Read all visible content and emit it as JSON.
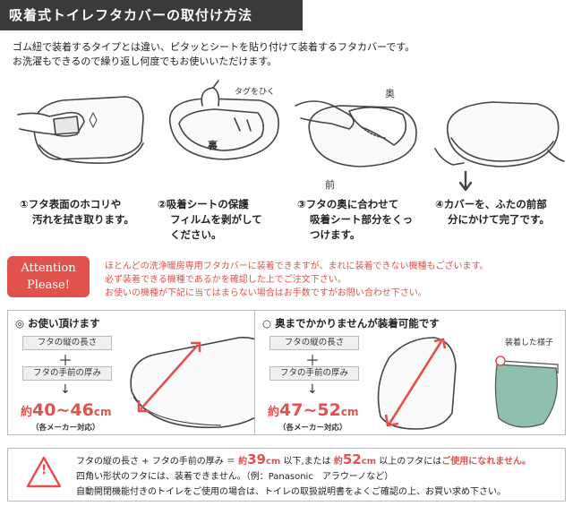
{
  "title": "吸着式トイレフタカバーの取付け方法",
  "intro": {
    "line1": "ゴム紐で装着するタイプとは違い、ピタッとシートを貼り付けて装着するフタカバーです。",
    "line2": "お洗濯もできるので繰り返し何度でもお使いいただけます。"
  },
  "illustration_labels": {
    "tag": "タグをひく",
    "back_side": "裏",
    "back": "奥",
    "front": "前"
  },
  "steps": [
    {
      "num": "①",
      "line1": "フタ表面のホコリや",
      "line2": "汚れを拭き取ります。",
      "line3": ""
    },
    {
      "num": "②",
      "line1": "吸着シートの保護",
      "line2": "フィルムを剥がして",
      "line3": "ください。"
    },
    {
      "num": "③",
      "line1": "フタの奥に合わせて",
      "line2": "吸着シート部分をくっ",
      "line3": "つけます。"
    },
    {
      "num": "④",
      "line1": "カバーを、ふたの前部",
      "line2": "分にかけて完了です。",
      "line3": ""
    }
  ],
  "attention": {
    "label_line1": "Attention",
    "label_line2": "Please!",
    "line1": "ほとんどの洗浄暖房専用フタカバーに装着できますが、まれに装着できない機種もございます。",
    "line2": "必ず装着できる機種であるかを確認した上でご注文下さい。",
    "line3": "お使いの機種が下記に当てはまらない場合はお手数ですがお問い合わせ下さい。"
  },
  "panel_left": {
    "symbol": "◎",
    "heading": "お使い頂けます",
    "label_length": "フタの縦の長さ",
    "plus": "＋",
    "label_thickness": "フタの手前の厚み",
    "arrow": "↓",
    "prefix": "約",
    "range": "40~46",
    "unit": "cm",
    "maker_note": "（各メーカー対応）"
  },
  "panel_right": {
    "symbol": "○",
    "heading": "奥までかかりませんが装着可能です",
    "label_length": "フタの縦の長さ",
    "plus": "＋",
    "label_thickness": "フタの手前の厚み",
    "arrow": "↓",
    "prefix": "約",
    "range": "47~52",
    "unit": "cm",
    "maker_note": "（各メーカー対応）",
    "fitted_label": "装着した様子"
  },
  "bottom": {
    "warning_symbol": "!",
    "line1_a": "フタの縦の長さ + フタの手前の厚み ＝ ",
    "line1_approx1": "約",
    "line1_val1": "39",
    "line1_unit1": "cm",
    "line1_b": " 以下,または ",
    "line1_approx2": "約",
    "line1_val2": "52",
    "line1_unit2": "cm",
    "line1_c": " 以上のフタには",
    "line1_d": "ご使用になれません。",
    "line2": "四角い形状のフタには、装着できません。（例：Panasonic　アラウーノなど）",
    "line3": "自動開閉機能付きのトイレをご使用の場合は、トイレの取扱説明書をよくご確認の上、お買い求め下さい。"
  },
  "colors": {
    "accent_red": "#e2524c",
    "title_bg": "#3a3a3a",
    "cover_green": "#8fbfae"
  }
}
